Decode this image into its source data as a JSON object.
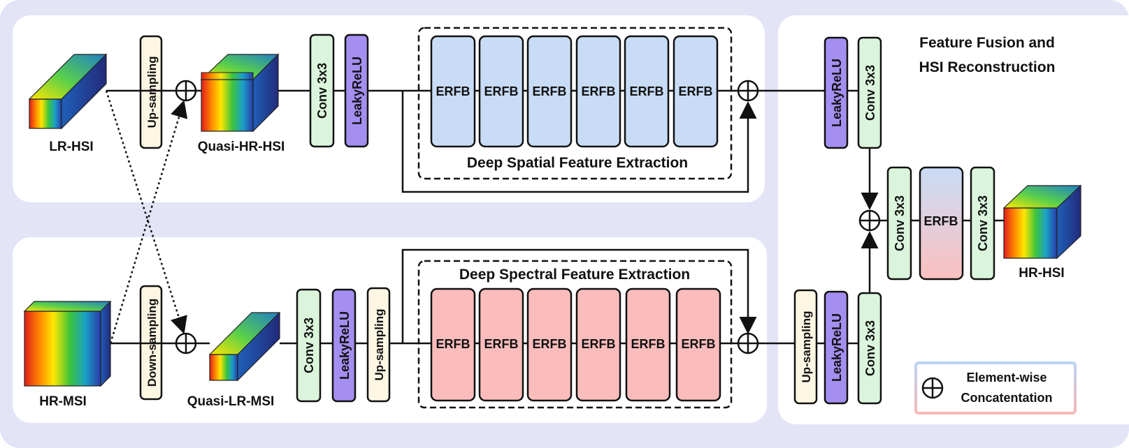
{
  "inputs": {
    "lr_hsi": "LR-HSI",
    "hr_msi": "HR-MSI",
    "quasi_hr_hsi": "Quasi-HR-HSI",
    "quasi_lr_msi": "Quasi-LR-MSI",
    "hr_hsi": "HR-HSI"
  },
  "ops": {
    "up_sampling": "Up-sampling",
    "down_sampling": "Down-sampling",
    "conv": "Conv 3x3",
    "leaky_relu": "LeakyReLU",
    "erfb": "ERFB"
  },
  "sections": {
    "spatial": "Deep Spatial Feature Extraction",
    "spectral": "Deep Spectral Feature Extraction",
    "fusion_line1": "Feature Fusion and",
    "fusion_line2": "HSI Reconstruction"
  },
  "legend": {
    "line1": "Element-wise",
    "line2": "Concatentation"
  },
  "colors": {
    "background_panel": "#e4e4f7",
    "upsampling_fill": "#fdf6e3",
    "conv_fill": "#dbf5dc",
    "leakyrelu_fill": "#a48ef0",
    "spatial_erfb_fill": "#c9dcf6",
    "spectral_erfb_fill": "#fbbcbc"
  },
  "icons": [
    "spectral-cube-icon",
    "element-wise-concatenation-icon",
    "arrow-icon"
  ]
}
